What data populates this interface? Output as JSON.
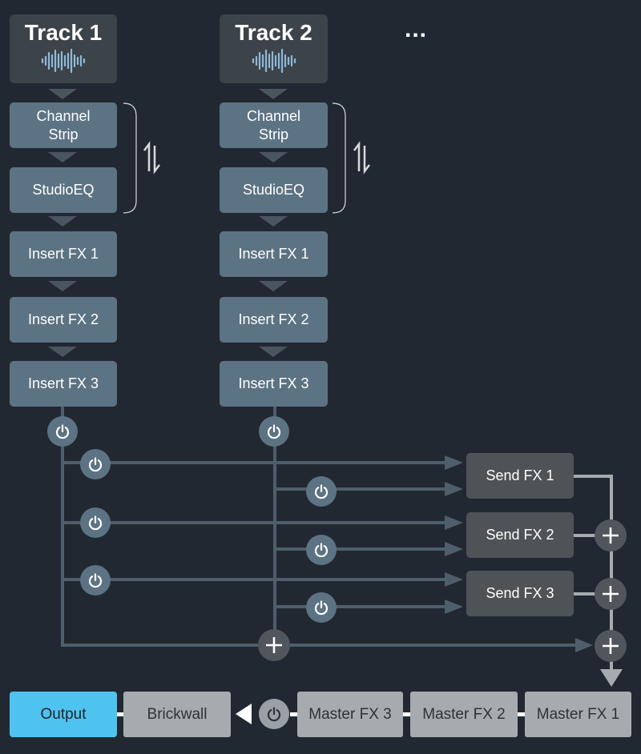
{
  "tracks": [
    {
      "title": "Track 1",
      "channel_strip": "Channel\nStrip",
      "studio_eq": "StudioEQ",
      "inserts": [
        "Insert FX 1",
        "Insert FX 2",
        "Insert FX 3"
      ]
    },
    {
      "title": "Track 2",
      "channel_strip": "Channel\nStrip",
      "studio_eq": "StudioEQ",
      "inserts": [
        "Insert FX 1",
        "Insert FX 2",
        "Insert FX 3"
      ]
    }
  ],
  "more_tracks": "...",
  "sends": [
    "Send FX 1",
    "Send FX 2",
    "Send FX 3"
  ],
  "master_chain": [
    "Master FX 1",
    "Master FX 2",
    "Master FX 3"
  ],
  "brickwall": "Brickwall",
  "output": "Output",
  "icons": {
    "track": "waveform-icon",
    "swap": "swap-arrows-icon",
    "toggle": "power-icon",
    "sum": "plus-icon"
  },
  "colors": {
    "background": "#222831",
    "track": "#3c4349",
    "plugin": "#5c7383",
    "send": "#4d5357",
    "master": "#a6abb0",
    "output": "#4fc3f0",
    "waveform": "#8fb8d8"
  }
}
